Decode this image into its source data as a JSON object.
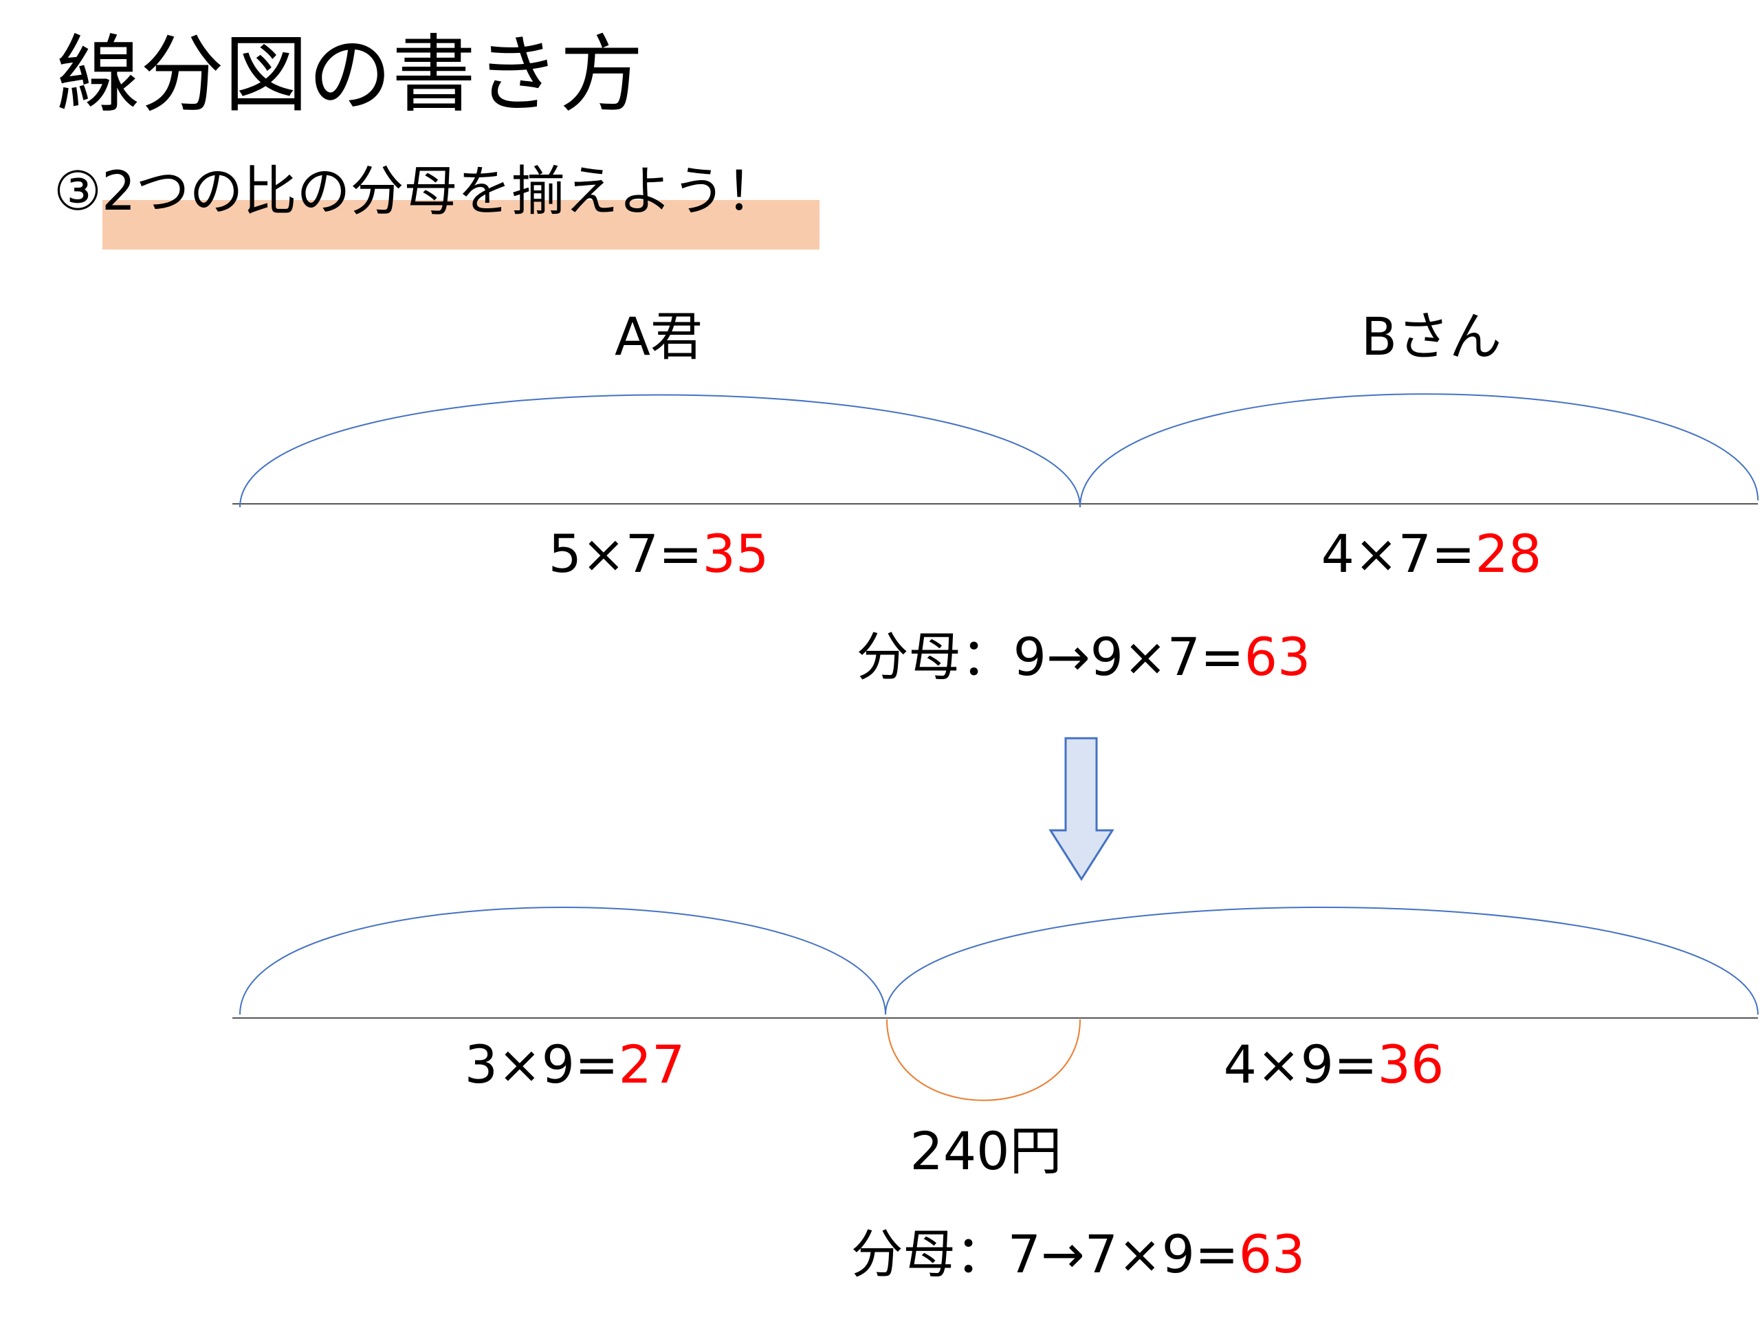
{
  "title": "線分図の書き方",
  "subtitle": "③2つの比の分母を揃えよう！",
  "top_diagram": {
    "label_a": "A君",
    "label_b": "Bさん",
    "eq_a": {
      "expr": "5×7=",
      "result": "35"
    },
    "eq_b": {
      "expr": "4×7=",
      "result": "28"
    },
    "denominator": {
      "expr": "分母：9→9×7=",
      "result": "63"
    }
  },
  "bottom_diagram": {
    "eq_a": {
      "expr": "3×9=",
      "result": "27"
    },
    "eq_b": {
      "expr": "4×9=",
      "result": "36"
    },
    "difference_label": "240円",
    "denominator": {
      "expr": "分母：7→7×9=",
      "result": "63"
    }
  },
  "colors": {
    "highlight": "#f8cbad",
    "arc": "#4472c4",
    "diff_arc": "#ed7d31",
    "result": "#ff0000",
    "arrow_fill": "#dae3f3"
  }
}
